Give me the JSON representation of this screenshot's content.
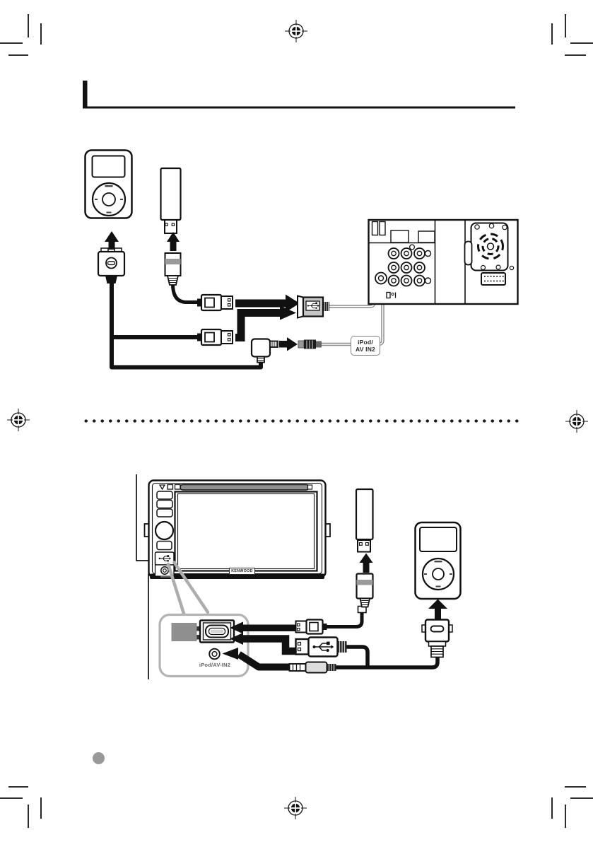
{
  "document": {
    "kind": "instruction-manual connection diagram page (car AV receiver, iPod/USB hookup)",
    "background": "#ffffff"
  },
  "colors": {
    "ink": "#111111",
    "cable_gray": "#8a8a8a",
    "device_gray": "#8f8f8f",
    "callout_gray": "#b0b0b0",
    "bullet_gray": "#999999"
  },
  "top_diagram": {
    "av_input_label": {
      "line1": "iPod/",
      "line2": "AV IN2"
    }
  },
  "bottom_diagram": {
    "brand_logo": "KENWOOD",
    "front_port_label": "iPod/AV-IN2"
  },
  "icons": {
    "usb_socket_icon": "usb-trident",
    "usb_plug_icon": "usb-trident",
    "front_usb_flap_icon": "usb-trident",
    "registration_marks": "print-registration-target",
    "corner_marks": "crop-marks",
    "arrows": "thick-black-connection-arrows"
  }
}
